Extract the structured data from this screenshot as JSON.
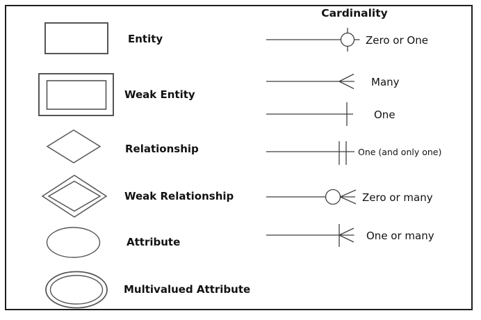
{
  "colors": {
    "background": "#ffffff",
    "border": "#1e1e1e",
    "shape_stroke": "#555555",
    "line_stroke": "#3e3e3e",
    "text": "#121212"
  },
  "legend": {
    "items": [
      {
        "icon": "rectangle-icon",
        "label": "Entity"
      },
      {
        "icon": "double-rectangle-icon",
        "label": "Weak Entity"
      },
      {
        "icon": "diamond-icon",
        "label": "Relationship"
      },
      {
        "icon": "double-diamond-icon",
        "label": "Weak Relationship"
      },
      {
        "icon": "ellipse-icon",
        "label": "Attribute"
      },
      {
        "icon": "double-ellipse-icon",
        "label": "Multivalued Attribute"
      }
    ]
  },
  "cardinality": {
    "title": "Cardinality",
    "rows": [
      {
        "icon": "zero-or-one-icon",
        "label": "Zero or One"
      },
      {
        "icon": "many-icon",
        "label": "Many"
      },
      {
        "icon": "one-icon",
        "label": "One"
      },
      {
        "icon": "one-and-only-one-icon",
        "label": "One (and only one)"
      },
      {
        "icon": "zero-or-many-icon",
        "label": "Zero or many"
      },
      {
        "icon": "one-or-many-icon",
        "label": "One or many"
      }
    ]
  }
}
